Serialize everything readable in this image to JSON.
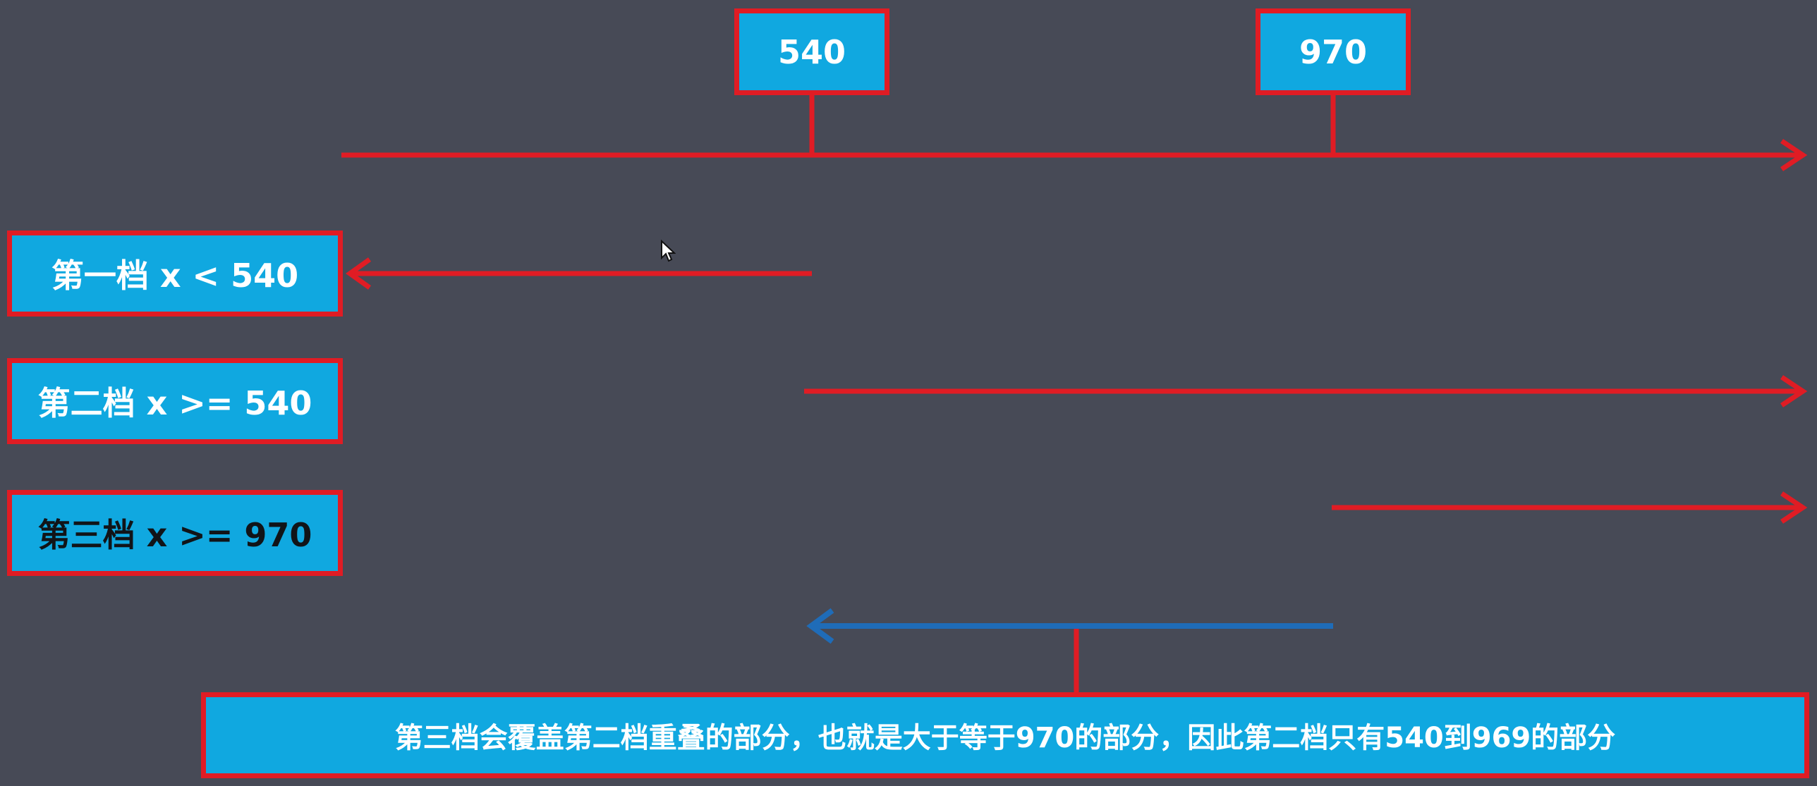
{
  "markers": [
    {
      "label": "540"
    },
    {
      "label": "970"
    }
  ],
  "tiers": [
    {
      "label": "第一档 x < 540",
      "direction": "left"
    },
    {
      "label": "第二档 x >= 540",
      "direction": "right"
    },
    {
      "label": "第三档 x >= 970",
      "direction": "right"
    }
  ],
  "note": {
    "text": "第三档会覆盖第二档重叠的部分，也就是大于等于970的部分，因此第二档只有540到969的部分"
  },
  "colors": {
    "background": "#474a56",
    "box_fill": "#10a8e0",
    "line_red": "#e01c24",
    "line_blue": "#1f6cb8"
  }
}
